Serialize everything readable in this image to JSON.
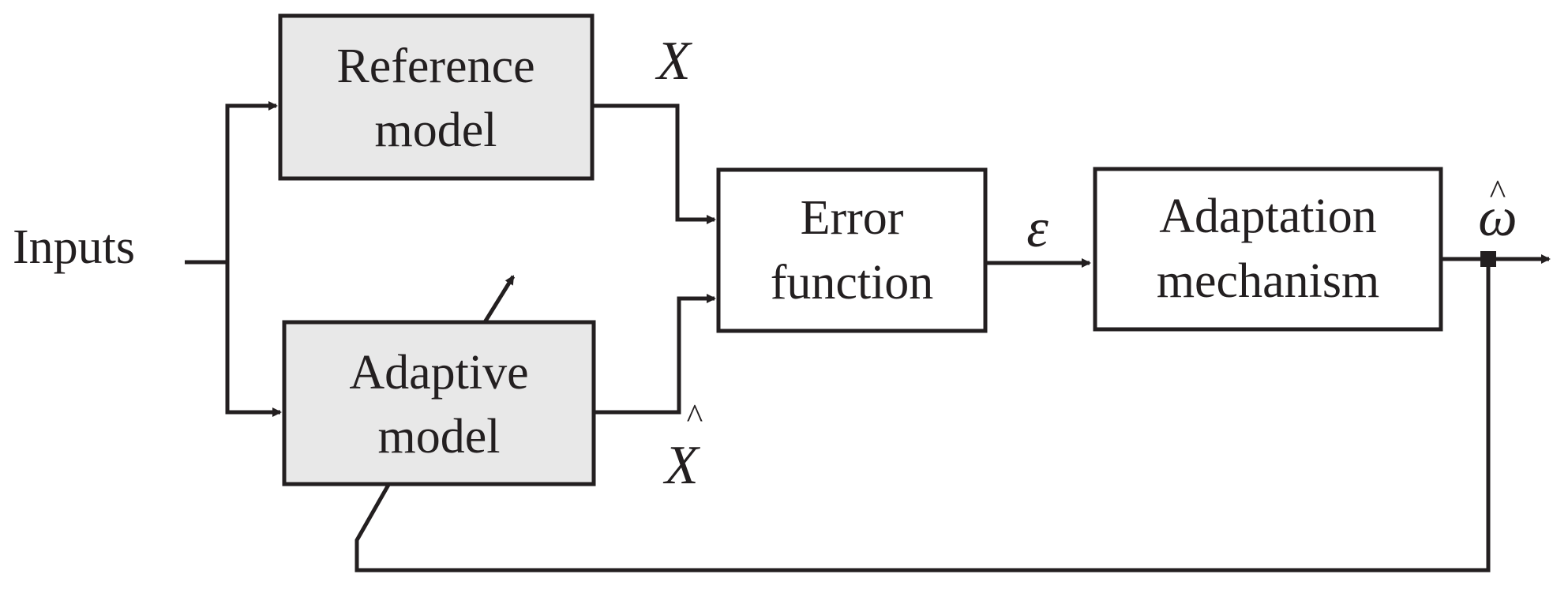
{
  "colors": {
    "line": "#231f20",
    "model_fill": "#e8e8e8",
    "block_fill": "#ffffff"
  },
  "labels": {
    "inputs": "Inputs",
    "reference_model": [
      "Reference",
      "model"
    ],
    "adaptive_model": [
      "Adaptive",
      "model"
    ],
    "error_function": [
      "Error",
      "function"
    ],
    "adaptation_mechanism": [
      "Adaptation",
      "mechanism"
    ],
    "reference_output": "X",
    "adaptive_output": "X",
    "error_signal": "ε",
    "estimate": "ω",
    "hat": "^"
  }
}
